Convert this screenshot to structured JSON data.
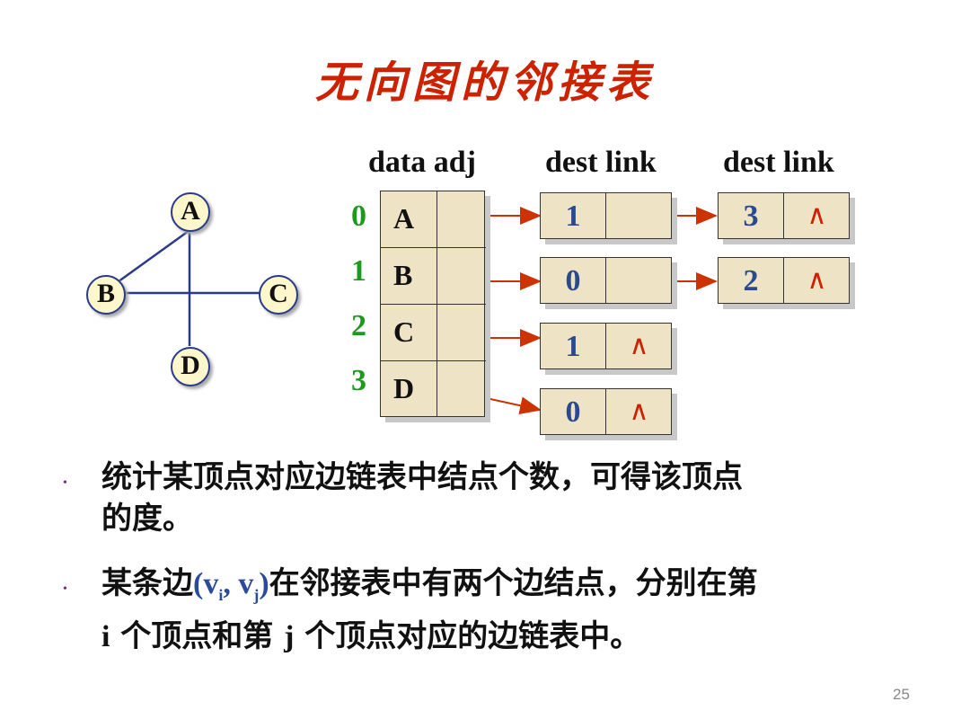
{
  "title": "无向图的邻接表",
  "graph": {
    "nodes": [
      "A",
      "B",
      "C",
      "D"
    ]
  },
  "headers": [
    "data adj",
    "dest link",
    "dest link"
  ],
  "indices": [
    "0",
    "1",
    "2",
    "3"
  ],
  "vertices": [
    "A",
    "B",
    "C",
    "D"
  ],
  "null_symbol": "∧",
  "edge_lists": [
    [
      {
        "dest": "1",
        "link": ""
      },
      {
        "dest": "3",
        "link": "∧"
      }
    ],
    [
      {
        "dest": "0",
        "link": ""
      },
      {
        "dest": "2",
        "link": "∧"
      }
    ],
    [
      {
        "dest": "1",
        "link": "∧"
      }
    ],
    [
      {
        "dest": "0",
        "link": "∧"
      }
    ]
  ],
  "colors": {
    "title": "#cc2200",
    "arrow": "#cc3300",
    "index": "#1d9a1d",
    "dest": "#2b4a8e",
    "cell": "#efe3c6",
    "node_fill": "#fff7cc"
  },
  "bullets": {
    "b1_line1": "统计某顶点对应边链表中结点个数，可得该顶点",
    "b1_line2": "的度。",
    "b2_pre": "某条边",
    "b2_vij_open": "(v",
    "b2_sub_i": "i",
    "b2_vij_mid": ", v",
    "b2_sub_j": "j",
    "b2_vij_close": ")",
    "b2_post": "在邻接表中有两个边结点，分别在第",
    "b2_line2_i": "i",
    "b2_line2_mid": " 个顶点和第 ",
    "b2_line2_j": "j",
    "b2_line2_post": " 个顶点对应的边链表中。",
    "marker": "•"
  },
  "page_number": "25"
}
